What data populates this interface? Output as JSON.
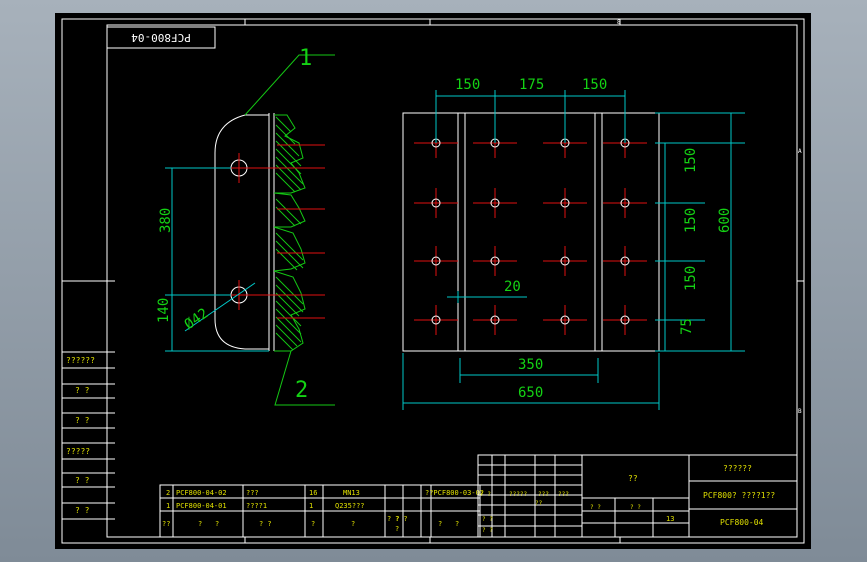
{
  "colors": {
    "background": "#000000",
    "frame": "#ffffff",
    "dimension": "#00c8c8",
    "text": "#14d214",
    "centerline": "#e01010"
  },
  "drawing": {
    "code_stamp": "PCF800-04",
    "part_callouts": [
      "1",
      "2"
    ],
    "zone_letters": [
      "A",
      "B"
    ],
    "zone_numbers": [
      "8"
    ],
    "side_view_dims": {
      "d380": "380",
      "d140": "140",
      "hole": "Ø42"
    },
    "plan_view_dims": {
      "top": [
        "150",
        "175",
        "150"
      ],
      "right": [
        "150",
        "150",
        "150",
        "75"
      ],
      "height": "600",
      "offset": "20",
      "inner_width": "350",
      "outer_width": "650"
    }
  },
  "left_labels": [
    "??????",
    "? ?",
    "? ?",
    "?????",
    "? ?",
    "? ?"
  ],
  "parts_list": {
    "rows": [
      [
        "2",
        "PCF800-04-02",
        "???",
        "16",
        "MN13",
        "",
        "",
        ""
      ],
      [
        "1",
        "PCF800-04-01",
        "????1",
        "1",
        "Q235???",
        "",
        "",
        ""
      ]
    ],
    "header": [
      "??",
      "?",
      "?",
      "? ?",
      "?",
      "?",
      "? ?",
      "?",
      "?",
      "?"
    ],
    "assembly_ref": "??PCF800-03-02",
    "extra_q": "? ?"
  },
  "title_block": {
    "company": "??????",
    "part_name": "PCF800? ????1??",
    "drawing_no": "PCF800-04",
    "material": "??",
    "scale": "13",
    "sheet_marks": [
      "? ?",
      "?????",
      "???",
      "???",
      "? ?",
      "? ?",
      "??",
      "? ?"
    ],
    "qty": "? ?"
  }
}
